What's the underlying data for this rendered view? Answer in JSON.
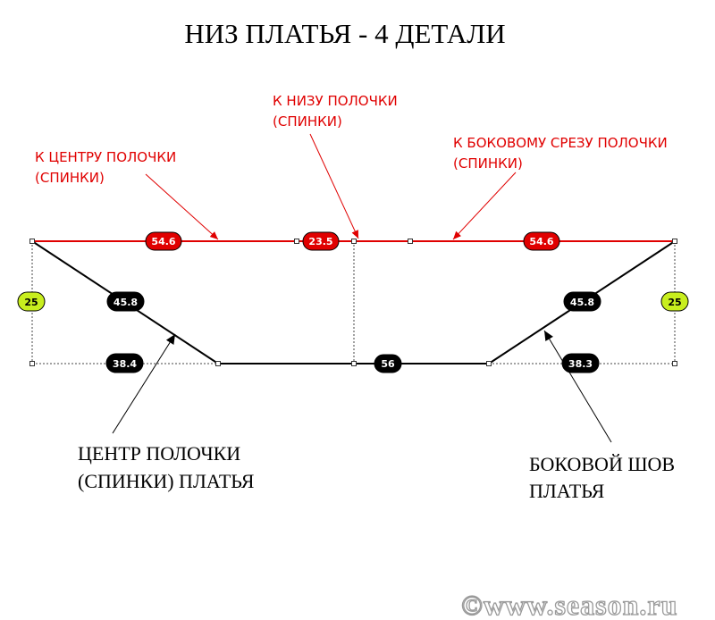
{
  "title": "НИЗ ПЛАТЬЯ - 4 ДЕТАЛИ",
  "colors": {
    "red": "#e00000",
    "black": "#000000",
    "green": "#c8ee1e"
  },
  "labels": {
    "center_top_line1": "К ЦЕНТРУ ПОЛОЧКИ",
    "center_top_line2": "(СПИНКИ)",
    "bottom_top_line1": "К НИЗУ ПОЛОЧКИ",
    "bottom_top_line2": "(СПИНКИ)",
    "side_top_line1": "К БОКОВОМУ СРЕЗУ ПОЛОЧКИ",
    "side_top_line2": "(СПИНКИ)",
    "center_seam_line1": "ЦЕНТР ПОЛОЧКИ",
    "center_seam_line2": "(СПИНКИ) ПЛАТЬЯ",
    "side_seam_line1": "БОКОВОЙ ШОВ",
    "side_seam_line2": "ПЛАТЬЯ"
  },
  "measurements": {
    "top_left": "54.6",
    "top_middle": "23.5",
    "top_right": "54.6",
    "height_left": "25",
    "height_right": "25",
    "diagonal_left": "45.8",
    "diagonal_right": "45.8",
    "bottom_left": "38.4",
    "bottom_middle": "56",
    "bottom_right": "38.3"
  },
  "watermark": "©www.season.ru"
}
